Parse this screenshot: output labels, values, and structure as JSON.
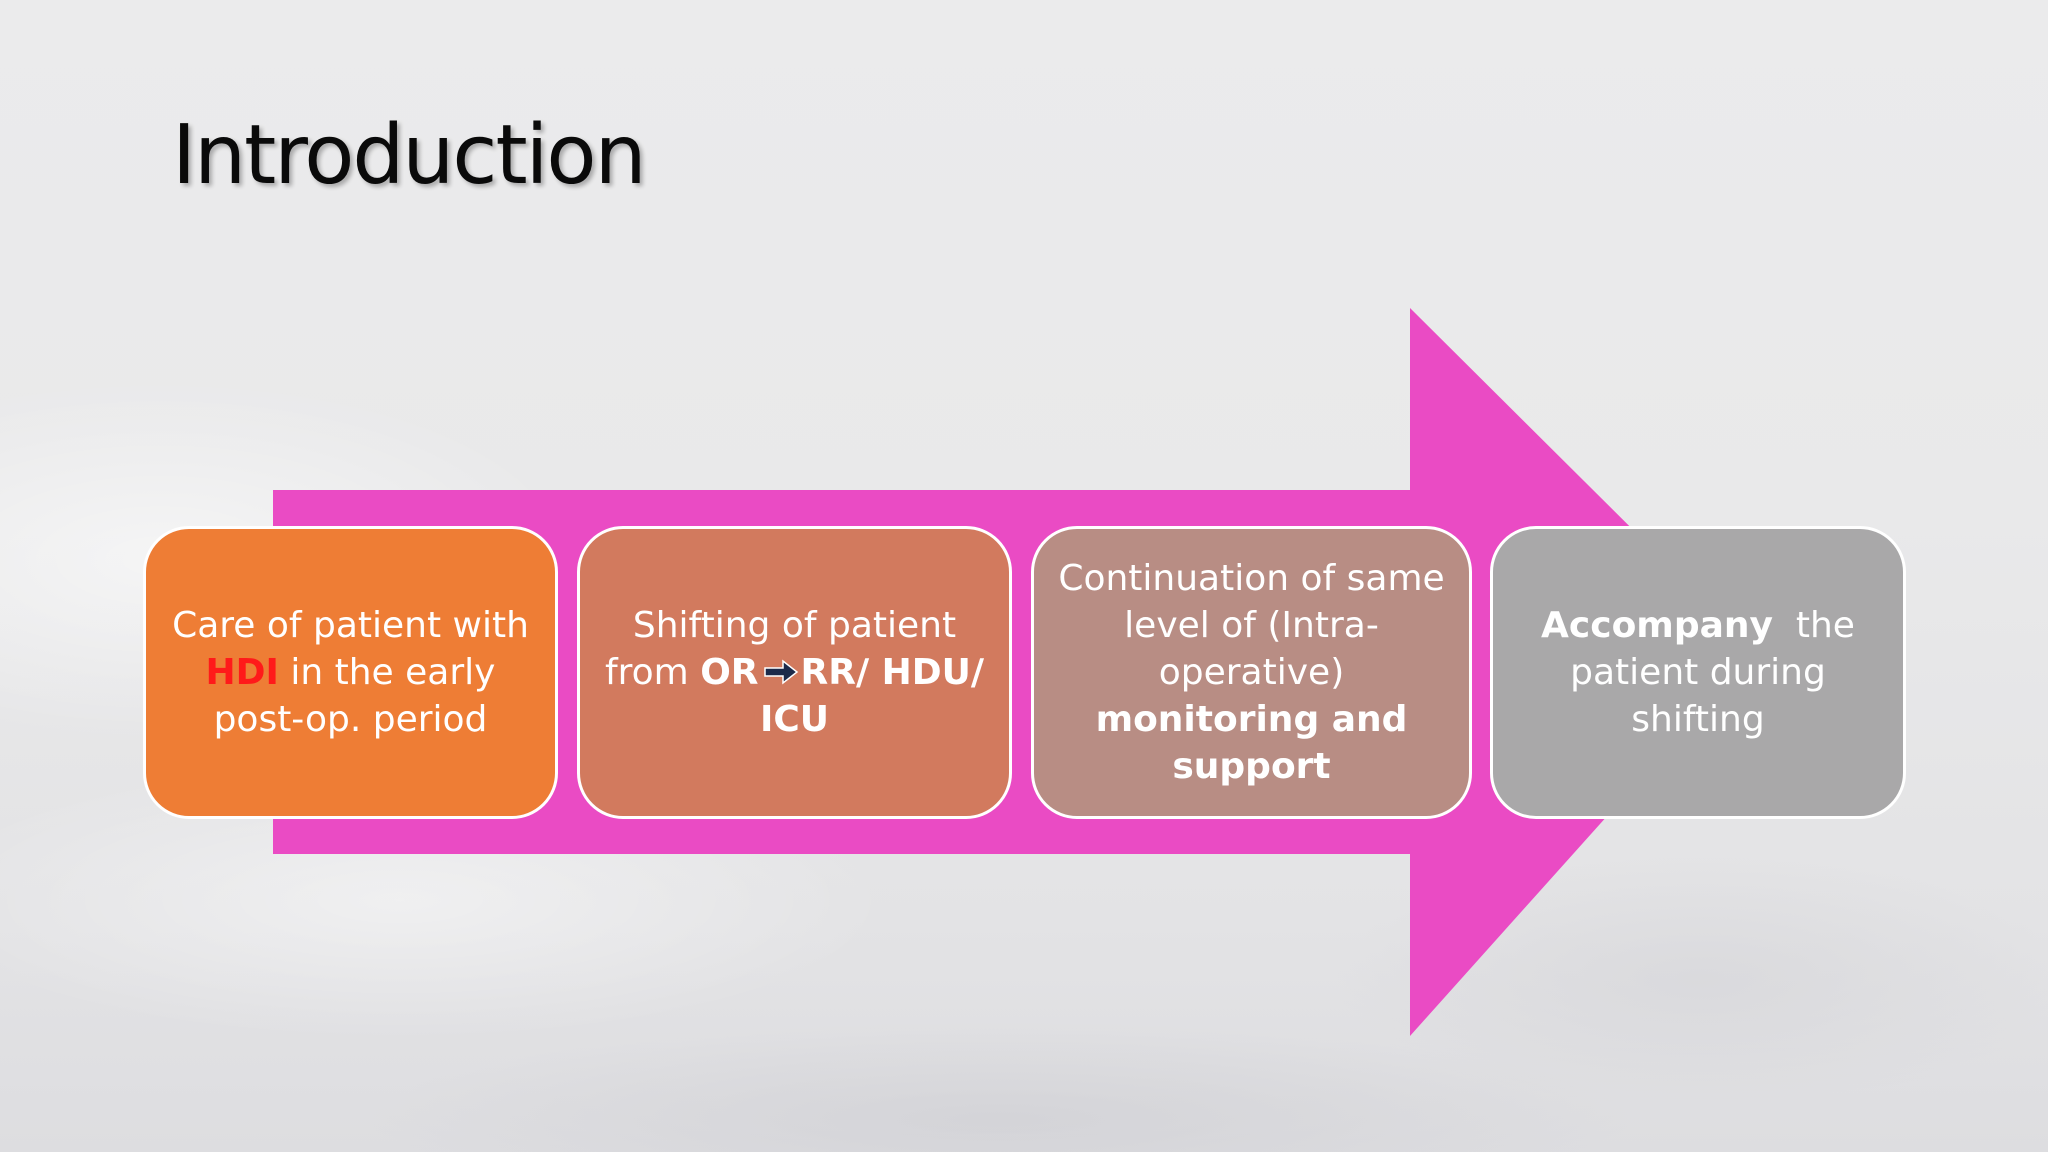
{
  "slide": {
    "title": "Introduction"
  },
  "colors": {
    "arrow": "#ea4bc4",
    "step1": "#ee7d35",
    "step2": "#d27a5e",
    "step3": "#b88d84",
    "step4": "#a9a8a9",
    "highlight": "#ff1a1a"
  },
  "steps": [
    {
      "line1": "Care of patient with",
      "line2_hl": "HDI",
      "line2_rest": " in the early",
      "line3": "post-op. period"
    },
    {
      "line1": "Shifting of patient",
      "line2_pre": "from ",
      "line2_bold_a": "OR",
      "arrow_icon": "right-arrow-icon",
      "line2_bold_b": "RR/ HDU/",
      "line3_bold": "ICU"
    },
    {
      "line1": "Continuation of same",
      "line2": "level of (Intra-",
      "line3": "operative)",
      "line4_bold": "monitoring and",
      "line5_bold": "support"
    },
    {
      "line1_bold": "Accompany",
      "line1_rest": "  the",
      "line2": "patient during",
      "line3": "shifting"
    }
  ]
}
